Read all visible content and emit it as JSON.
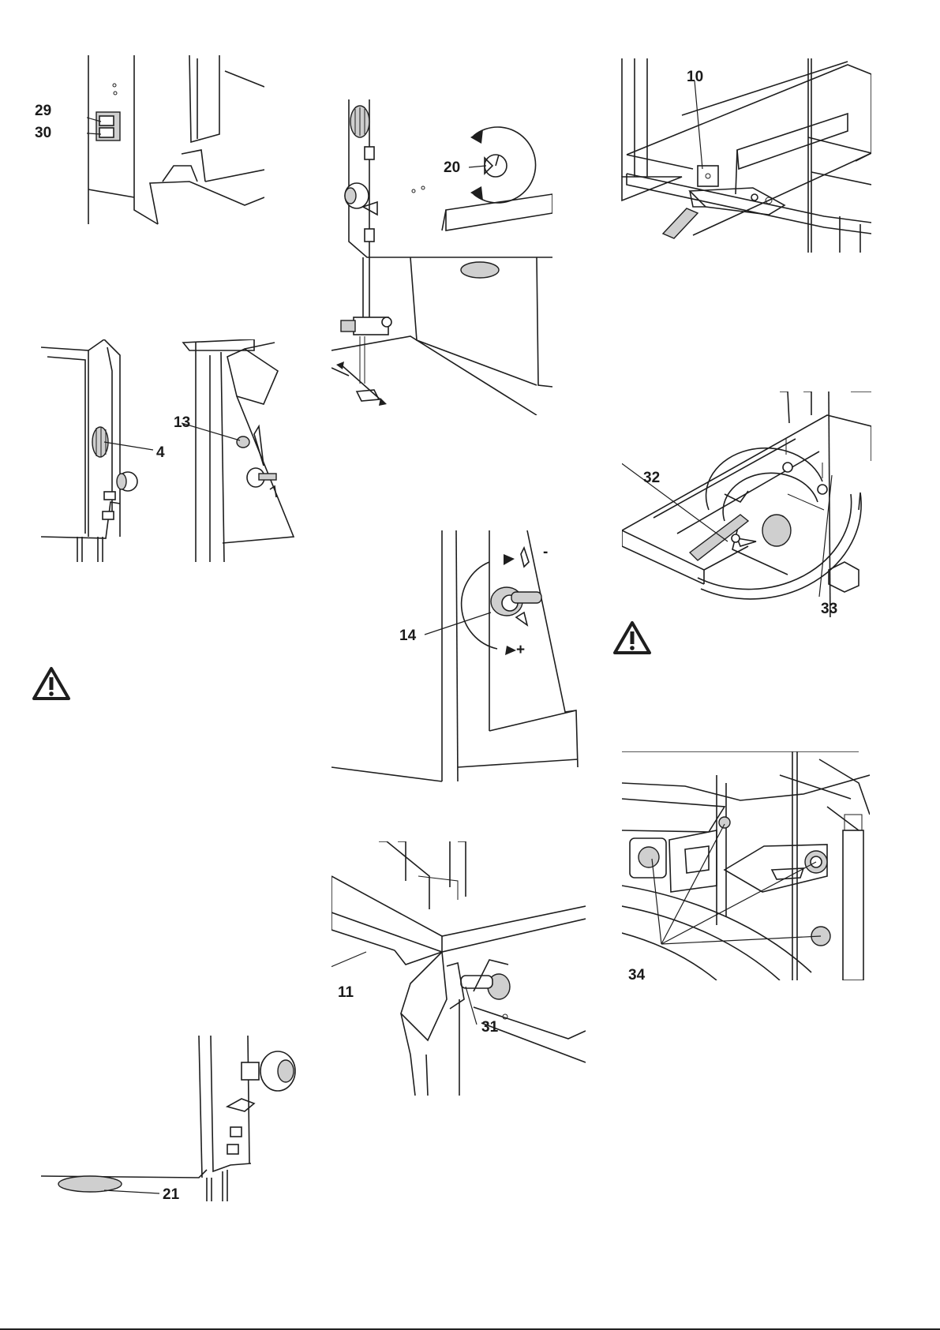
{
  "callouts": {
    "c29": "29",
    "c30": "30",
    "c4": "4",
    "c13": "13",
    "c21": "21",
    "c20": "20",
    "c14": "14",
    "c11": "11",
    "c31": "31",
    "c10": "10",
    "c32": "32",
    "c33": "33",
    "c34": "34",
    "minus": "-",
    "plus": "+"
  },
  "warning_icons": [
    "warning-triangle-icon",
    "warning-triangle-icon"
  ],
  "colors": {
    "line": "#1e1e1e",
    "shade": "#cfcfcf",
    "background": "#ffffff"
  }
}
